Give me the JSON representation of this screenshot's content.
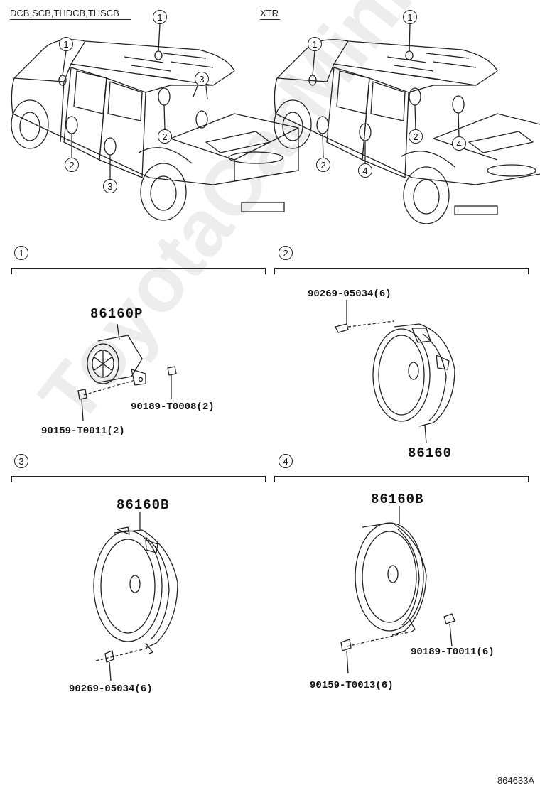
{
  "vehicles": {
    "left": {
      "title": "DCB,SCB,THDCB,THSCB",
      "callouts": [
        "1",
        "1",
        "2",
        "2",
        "3",
        "3"
      ]
    },
    "right": {
      "title": "XTR",
      "callouts": [
        "1",
        "1",
        "2",
        "2",
        "4",
        "4"
      ]
    }
  },
  "sections": [
    {
      "number": "1",
      "main_part": "86160P",
      "fasteners": [
        "90189-T0008(2)",
        "90159-T0011(2)"
      ]
    },
    {
      "number": "2",
      "main_part": "86160",
      "fasteners": [
        "90269-05034(6)"
      ]
    },
    {
      "number": "3",
      "main_part": "86160B",
      "fasteners": [
        "90269-05034(6)"
      ]
    },
    {
      "number": "4",
      "main_part": "86160B",
      "fasteners": [
        "90189-T0011(6)",
        "90159-T0013(6)"
      ]
    }
  ],
  "watermark": "ToyotaCarMini.ru",
  "diagram_code": "864633A",
  "colors": {
    "line": "#222222",
    "background": "#ffffff"
  }
}
